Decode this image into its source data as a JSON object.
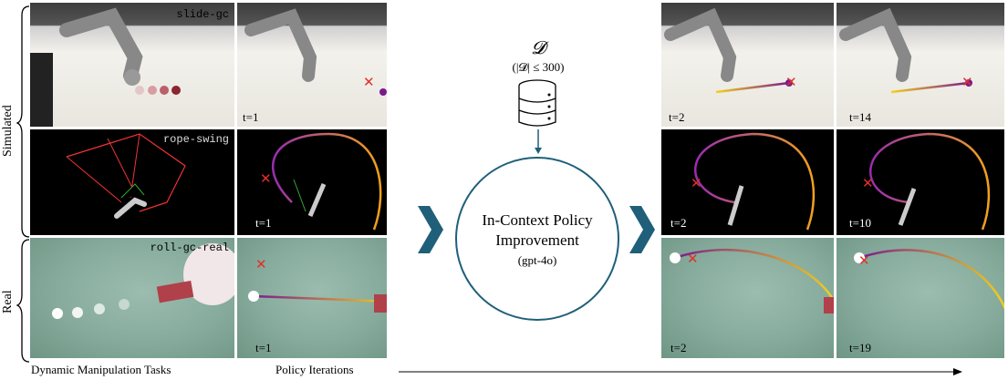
{
  "rows": {
    "simulated_label": "Simulated",
    "real_label": "Real"
  },
  "tasks": {
    "slide": "slide-gc",
    "rope": "rope-swing",
    "roll": "roll-gc-real"
  },
  "iterations": {
    "slide": [
      "t=1",
      "t=2",
      "t=14"
    ],
    "rope": [
      "t=1",
      "t=2",
      "t=10"
    ],
    "roll": [
      "t=1",
      "t=2",
      "t=19"
    ]
  },
  "dataset": {
    "symbol": "𝓓",
    "constraint": "(|𝓓| ≤ 300)"
  },
  "center": {
    "line1": "In-Context Policy",
    "line2": "Improvement",
    "model": "(gpt-4o)"
  },
  "footer": {
    "tasks_caption": "Dynamic Manipulation Tasks",
    "iterations_caption": "Policy Iterations"
  },
  "colors": {
    "circle": "#1f5f7a",
    "arrow": "#1f5f7a",
    "target": "#e0302a",
    "traj_start": "#7a1a8c",
    "traj_end": "#f2d21c"
  }
}
